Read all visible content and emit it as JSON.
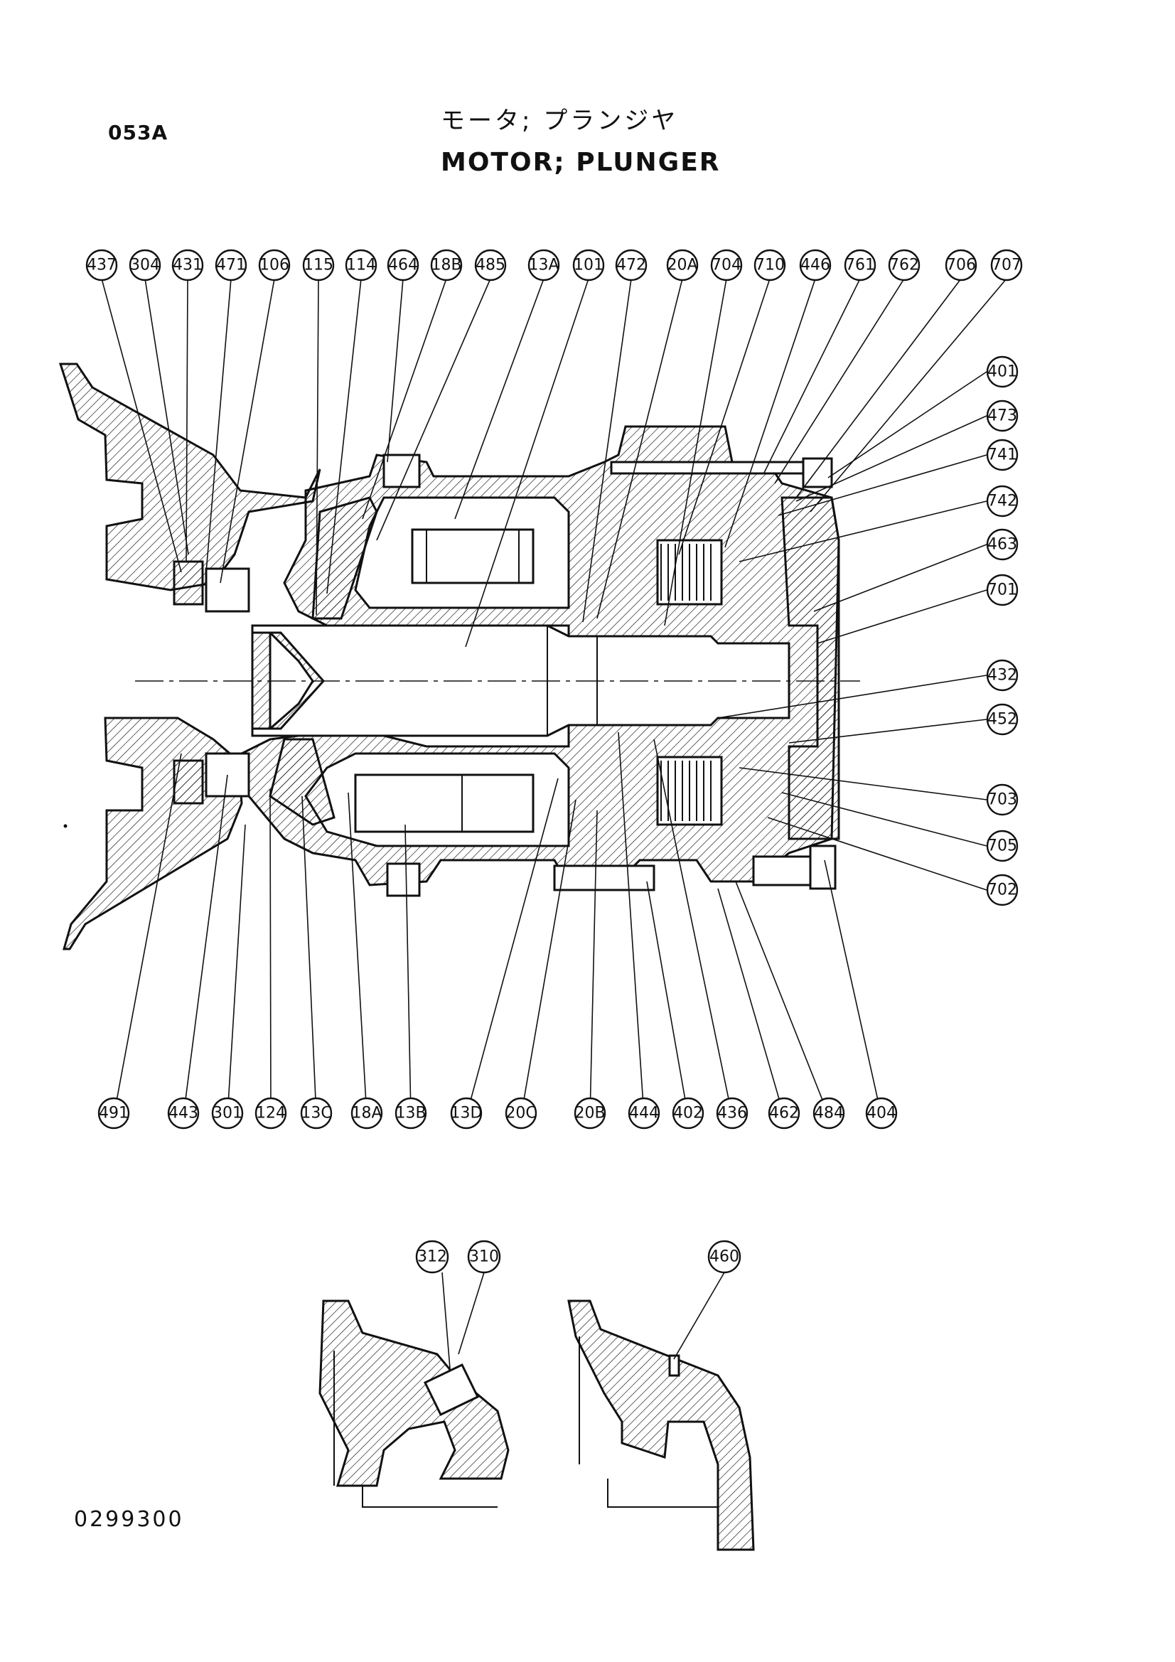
{
  "page_code": "053A",
  "title_ja": "モータ; プランジヤ",
  "title_en": "MOTOR; PLUNGER",
  "document_number": "0299300",
  "callouts_top": [
    "437",
    "304",
    "431",
    "471",
    "106",
    "115",
    "114",
    "464",
    "18B",
    "485",
    "13A",
    "101",
    "472",
    "20A",
    "704",
    "710",
    "446",
    "761",
    "762",
    "706",
    "707"
  ],
  "callouts_right": [
    "401",
    "473",
    "741",
    "742",
    "463",
    "701",
    "432",
    "452",
    "703",
    "705",
    "702"
  ],
  "callouts_bottom": [
    "491",
    "443",
    "301",
    "124",
    "13C",
    "18A",
    "13B",
    "13D",
    "20C",
    "20B",
    "444",
    "402",
    "436",
    "462",
    "484",
    "404"
  ],
  "callouts_detail": [
    "312",
    "310",
    "460"
  ]
}
